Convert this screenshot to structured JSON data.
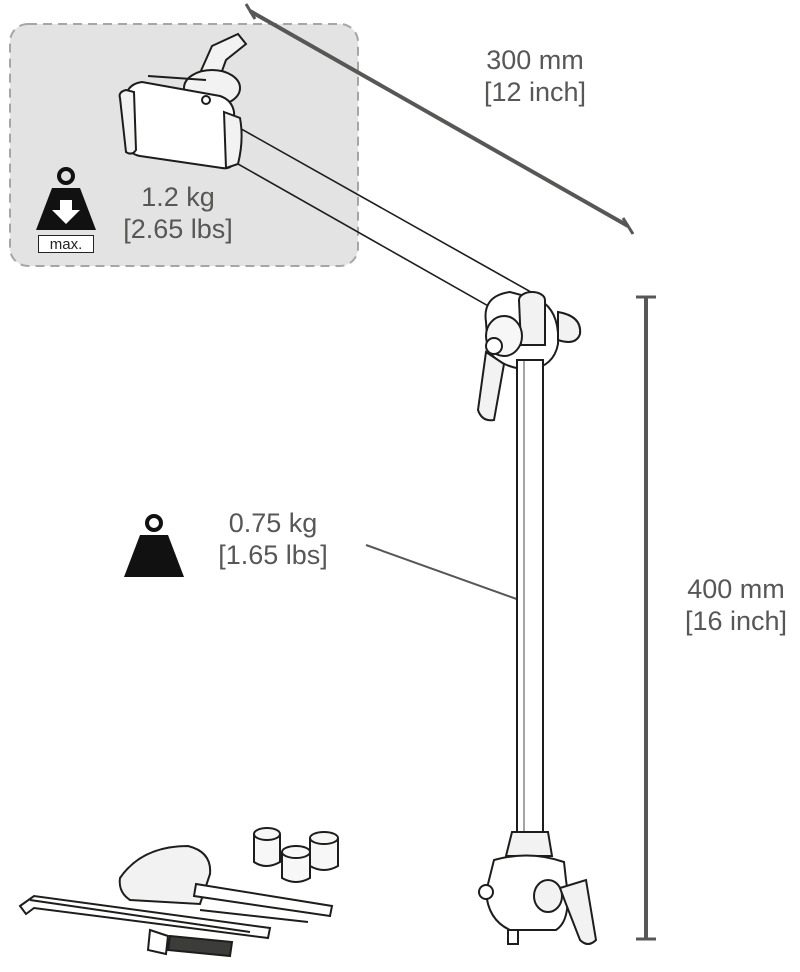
{
  "arm_length": {
    "metric": "300 mm",
    "imperial": "[12 inch]"
  },
  "pole_length": {
    "metric": "400 mm",
    "imperial": "[16 inch]"
  },
  "max_load": {
    "metric": "1.2 kg",
    "imperial": "[2.65 lbs]",
    "tag": "max."
  },
  "pole_weight": {
    "metric": "0.75 kg",
    "imperial": "[1.65 lbs]"
  },
  "colors": {
    "text": "#575756",
    "line": "#3c3c3b",
    "zone_fill": "#e3e3e3",
    "zone_border": "#a6a6a6",
    "icon": "#111111"
  }
}
